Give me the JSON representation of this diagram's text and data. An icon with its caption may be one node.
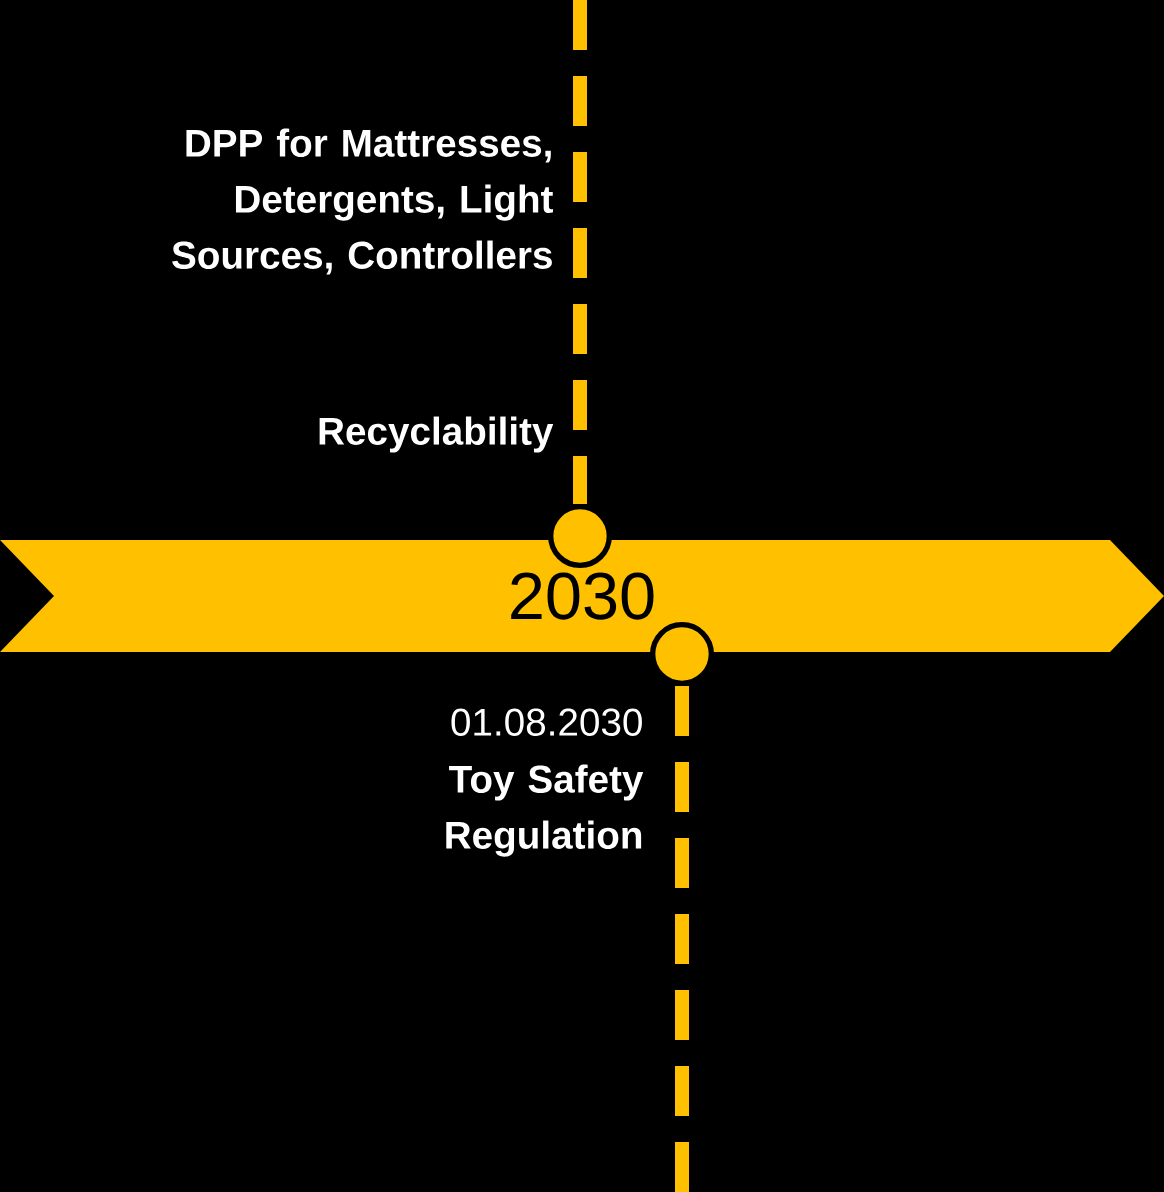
{
  "diagram": {
    "nodes": [
      {
        "text": [
          "2030"
        ]
      },
      {
        "text": [],
        "shape": "circle",
        "beside": [
          "Recyclability"
        ]
      },
      {
        "text": [],
        "shape": "circle",
        "beside": [
          "01.08.2030",
          "Toy Safety Regulation"
        ]
      }
    ],
    "edges": [
      {
        "from": null,
        "to": 1,
        "arrow": "none",
        "style": "dashed"
      },
      {
        "from": 2,
        "to": null,
        "arrow": "none",
        "style": "dashed"
      }
    ],
    "labels": [
      "DPP for Mattresses, Detergents, Light Sources, Controllers"
    ]
  }
}
